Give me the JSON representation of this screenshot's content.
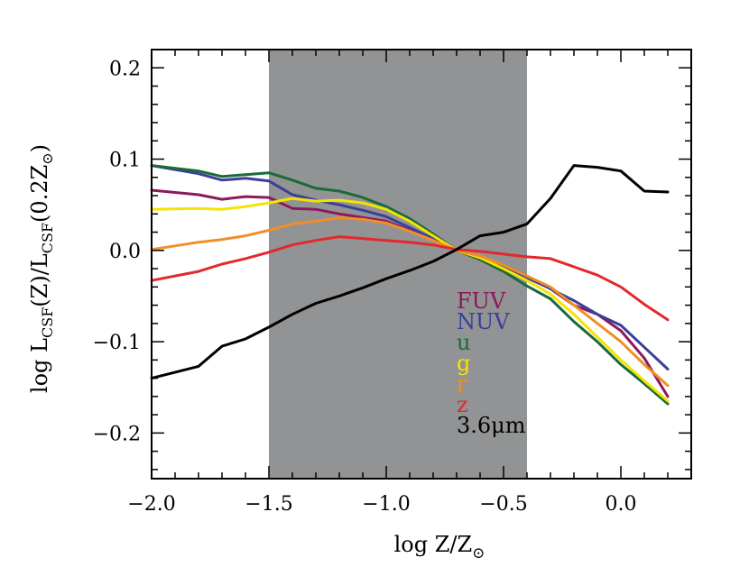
{
  "chart_data": {
    "type": "line",
    "xlabel_main": "log Z/Z",
    "xlabel_sub": "⊙",
    "ylabel": "log L_CSF(Z)/L_CSF(0.2Z_⊙)",
    "ylabel_parts": {
      "a": "log L",
      "sub1": "CSF",
      "b": "(Z)/L",
      "sub2": "CSF",
      "c": "(0.2Z",
      "sub3": "⊙",
      "d": ")"
    },
    "xlim": [
      -2.0,
      0.3
    ],
    "ylim": [
      -0.25,
      0.22
    ],
    "xticks": [
      -2.0,
      -1.5,
      -1.0,
      -0.5,
      0.0
    ],
    "xtick_labels": [
      "−2.0",
      "−1.5",
      "−1.0",
      "−0.5",
      "0.0"
    ],
    "yticks": [
      -0.2,
      -0.1,
      0.0,
      0.1,
      0.2
    ],
    "ytick_labels": [
      "−0.2",
      "−0.1",
      "0.0",
      "0.1",
      "0.2"
    ],
    "shaded_region": {
      "x0": -1.5,
      "x1": -0.4,
      "color": "#929395"
    },
    "x": [
      -2.0,
      -1.8,
      -1.7,
      -1.6,
      -1.5,
      -1.4,
      -1.3,
      -1.2,
      -1.1,
      -1.0,
      -0.9,
      -0.8,
      -0.7,
      -0.6,
      -0.5,
      -0.4,
      -0.3,
      -0.2,
      -0.1,
      0.0,
      0.1,
      0.2
    ],
    "series": [
      {
        "name": "FUV",
        "color": "#8b1a5c",
        "values": [
          0.066,
          0.061,
          0.056,
          0.059,
          0.058,
          0.046,
          0.045,
          0.04,
          0.036,
          0.032,
          0.022,
          0.012,
          0.0,
          -0.007,
          -0.016,
          -0.028,
          -0.042,
          -0.06,
          -0.07,
          -0.088,
          -0.118,
          -0.16
        ]
      },
      {
        "name": "NUV",
        "color": "#3a3f9a",
        "values": [
          0.093,
          0.084,
          0.077,
          0.079,
          0.076,
          0.061,
          0.055,
          0.05,
          0.044,
          0.037,
          0.025,
          0.013,
          0.0,
          -0.008,
          -0.018,
          -0.03,
          -0.042,
          -0.055,
          -0.07,
          -0.082,
          -0.106,
          -0.13
        ]
      },
      {
        "name": "u",
        "color": "#1a6b3a",
        "values": [
          0.093,
          0.087,
          0.081,
          0.083,
          0.085,
          0.077,
          0.068,
          0.065,
          0.058,
          0.048,
          0.035,
          0.018,
          0.0,
          -0.01,
          -0.023,
          -0.039,
          -0.053,
          -0.078,
          -0.1,
          -0.125,
          -0.146,
          -0.168
        ]
      },
      {
        "name": "g",
        "color": "#f5e400",
        "values": [
          0.045,
          0.046,
          0.045,
          0.048,
          0.052,
          0.057,
          0.054,
          0.055,
          0.052,
          0.045,
          0.032,
          0.016,
          0.0,
          -0.008,
          -0.02,
          -0.033,
          -0.048,
          -0.07,
          -0.095,
          -0.12,
          -0.143,
          -0.165
        ]
      },
      {
        "name": "r",
        "color": "#f08f28",
        "values": [
          0.001,
          0.009,
          0.012,
          0.016,
          0.022,
          0.029,
          0.032,
          0.036,
          0.034,
          0.03,
          0.021,
          0.011,
          0.0,
          -0.006,
          -0.016,
          -0.028,
          -0.04,
          -0.06,
          -0.08,
          -0.1,
          -0.125,
          -0.148
        ]
      },
      {
        "name": "z",
        "color": "#e4282b",
        "values": [
          -0.033,
          -0.023,
          -0.015,
          -0.009,
          -0.002,
          0.006,
          0.011,
          0.015,
          0.013,
          0.011,
          0.009,
          0.006,
          0.001,
          -0.001,
          -0.004,
          -0.007,
          -0.009,
          -0.018,
          -0.027,
          -0.04,
          -0.059,
          -0.076
        ]
      },
      {
        "name": "3.6μm",
        "color": "#000000",
        "values": [
          -0.14,
          -0.127,
          -0.105,
          -0.097,
          -0.084,
          -0.07,
          -0.058,
          -0.05,
          -0.041,
          -0.031,
          -0.022,
          -0.012,
          0.001,
          0.016,
          0.02,
          0.029,
          0.057,
          0.093,
          0.091,
          0.087,
          0.065,
          0.064
        ]
      }
    ],
    "legend": {
      "placement": "lower-center",
      "items": [
        {
          "text": "FUV",
          "color": "#8b1a5c"
        },
        {
          "text": "NUV",
          "color": "#3a3f9a"
        },
        {
          "text": "u",
          "color": "#1a6b3a"
        },
        {
          "text": "g",
          "color": "#f5e400"
        },
        {
          "text": "r",
          "color": "#f08f28"
        },
        {
          "text": "z",
          "color": "#e4282b"
        },
        {
          "text": "3.6μm",
          "color": "#000000"
        }
      ]
    }
  }
}
